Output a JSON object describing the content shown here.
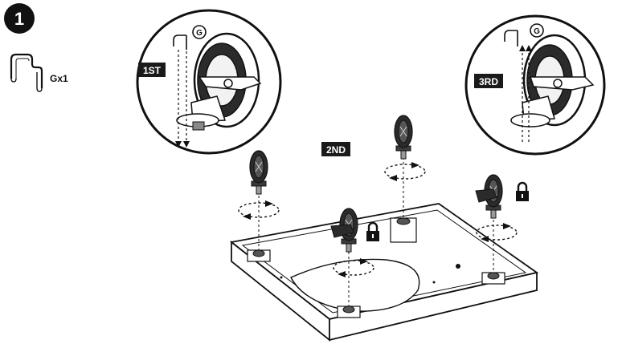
{
  "step": {
    "number": "1"
  },
  "part": {
    "label": "Gx1",
    "icon": "u-shaped-pin-icon"
  },
  "detail_left": {
    "tag": "1ST",
    "part_letter": "G"
  },
  "detail_right": {
    "tag": "3RD",
    "part_letter": "G"
  },
  "middle_tag": "2ND",
  "colors": {
    "ink": "#111111",
    "tag_bg": "#1a1a1a",
    "tag_text": "#ffffff",
    "caster": "#2b2b2b"
  },
  "icons": [
    "lock-icon",
    "rotate-arrow-icon",
    "caster-wheel-icon",
    "u-shaped-pin-icon"
  ]
}
